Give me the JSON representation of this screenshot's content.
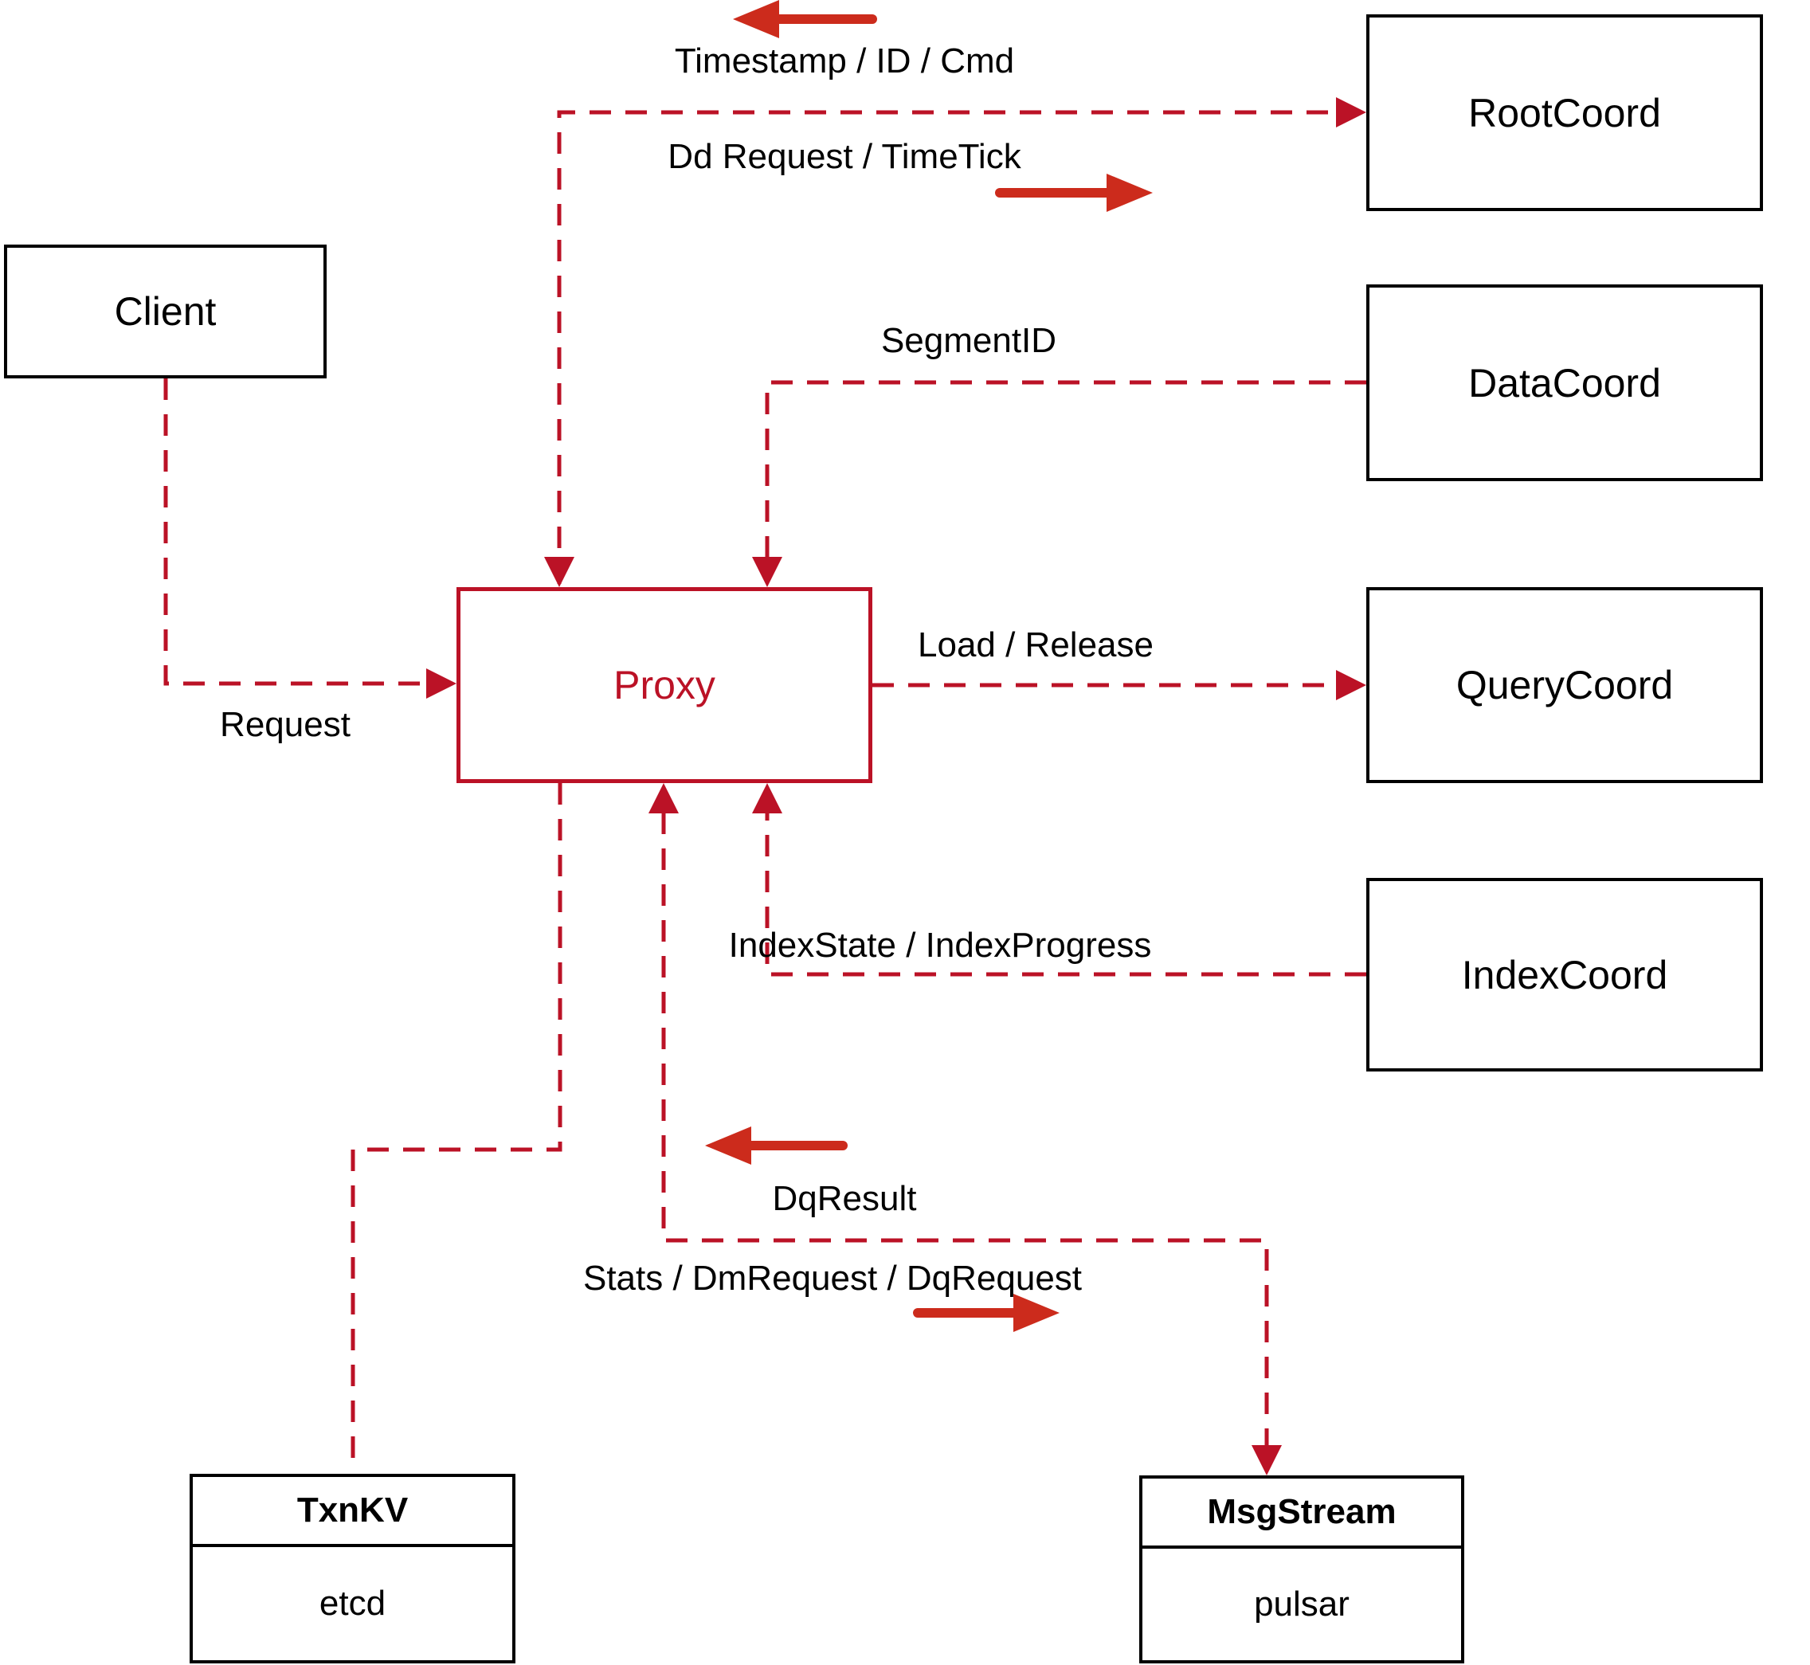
{
  "colors": {
    "dashed_line": "#bb1226",
    "proxy_accent": "#bb1226",
    "solid_arrow": "#cc2b1c",
    "box_border": "#000000",
    "text": "#000000"
  },
  "nodes": {
    "client": {
      "label": "Client"
    },
    "proxy": {
      "label": "Proxy"
    },
    "root_coord": {
      "label": "RootCoord"
    },
    "data_coord": {
      "label": "DataCoord"
    },
    "query_coord": {
      "label": "QueryCoord"
    },
    "index_coord": {
      "label": "IndexCoord"
    },
    "txn_kv": {
      "title": "TxnKV",
      "impl": "etcd"
    },
    "msg_stream": {
      "title": "MsgStream",
      "impl": "pulsar"
    }
  },
  "edge_labels": {
    "timestamp_id_cmd": "Timestamp / ID / Cmd",
    "dd_request_timetick": "Dd Request / TimeTick",
    "segment_id": "SegmentID",
    "request": "Request",
    "load_release": "Load / Release",
    "index_state_progress": "IndexState / IndexProgress",
    "dq_result": "DqResult",
    "stats_dm_dq": "Stats / DmRequest / DqRequest"
  }
}
